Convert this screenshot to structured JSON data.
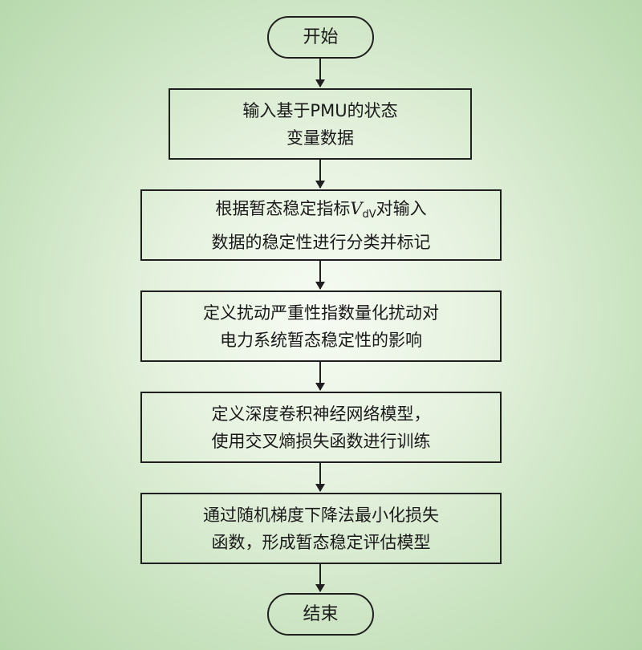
{
  "flowchart": {
    "start": "开始",
    "end": "结束",
    "steps": [
      {
        "line1": "输入基于PMU的状态",
        "line2": "变量数据"
      },
      {
        "line1_a": "根据暂态稳定指标",
        "var": "V",
        "var_sub": "dV",
        "line1_b": "对输入",
        "line2": "数据的稳定性进行分类并标记"
      },
      {
        "line1": "定义扰动严重性指数量化扰动对",
        "line2": "电力系统暂态稳定性的影响"
      },
      {
        "line1": "定义深度卷积神经网络模型，",
        "line2": "使用交叉熵损失函数进行训练"
      },
      {
        "line1": "通过随机梯度下降法最小化损失",
        "line2": "函数，形成暂态稳定评估模型"
      }
    ]
  },
  "colors": {
    "stroke": "#1f1f1f",
    "background": "#c9e3c0"
  }
}
